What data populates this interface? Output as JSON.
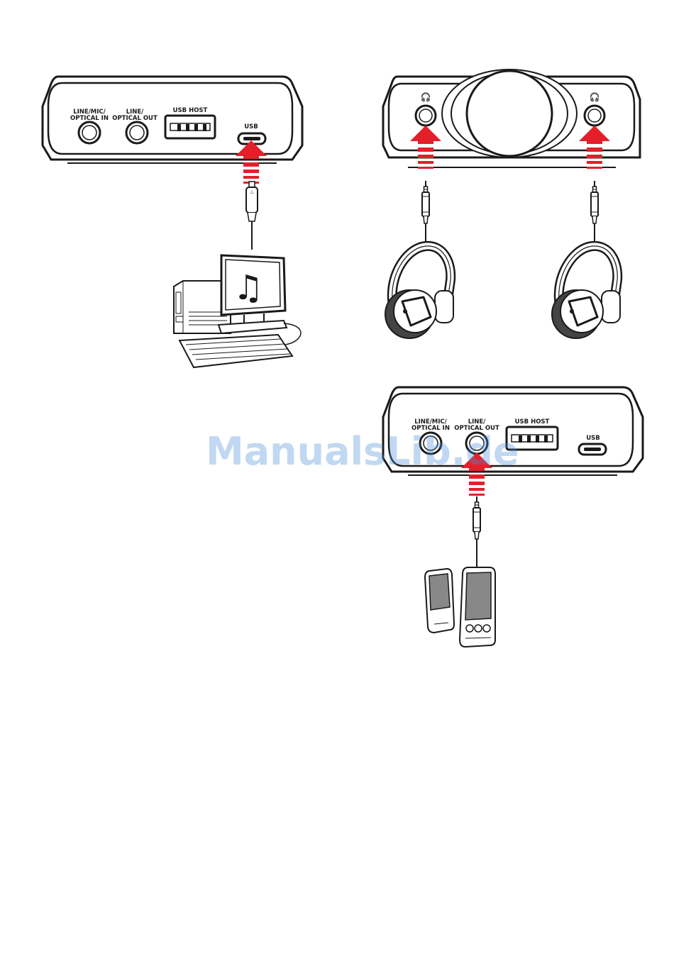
{
  "colors": {
    "arrow": "#e3202a",
    "outline": "#1a1a1a",
    "watermark": "#4a90d9"
  },
  "rear_panel_top": {
    "line_mic_optical_in": [
      "LINE/MIC/",
      "OPTICAL IN"
    ],
    "line_optical_out": [
      "LINE/",
      "OPTICAL OUT"
    ],
    "usb_host": "USB HOST",
    "usb": "USB"
  },
  "rear_panel_bottom": {
    "line_mic_optical_in": [
      "LINE/MIC/",
      "OPTICAL IN"
    ],
    "line_optical_out": [
      "LINE/",
      "OPTICAL OUT"
    ],
    "usb_host": "USB HOST",
    "usb": "USB"
  },
  "icons": {
    "computer": "computer-with-music-note-icon",
    "headphones": "headphones-icon",
    "speakers": "speakers-icon",
    "headphone_port": "headphone-symbol-icon"
  },
  "watermark": "ManualsLib.de"
}
